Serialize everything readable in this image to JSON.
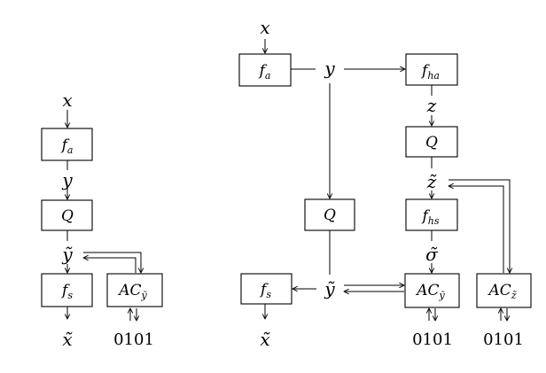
{
  "left": {
    "input": "x",
    "latent": "y",
    "quantized": "ỹ",
    "output": "x̃",
    "bits": "0101",
    "encoder": {
      "main": "f",
      "sub": "a"
    },
    "quantizer": {
      "main": "Q"
    },
    "decoder": {
      "main": "f",
      "sub": "s"
    },
    "coder": {
      "main": "AC",
      "sub": "ỹ"
    }
  },
  "right": {
    "input": "x",
    "latent": "y",
    "hyper_latent": "z",
    "hyper_quantized": "z̃",
    "sigma": "σ̃",
    "quantized": "ỹ",
    "output": "x̃",
    "bits_y": "0101",
    "bits_z": "0101",
    "encoder": {
      "main": "f",
      "sub": "a"
    },
    "hyper_encoder": {
      "main": "f",
      "sub": "ha"
    },
    "quantizer_y": {
      "main": "Q"
    },
    "quantizer_z": {
      "main": "Q"
    },
    "hyper_decoder": {
      "main": "f",
      "sub": "hs"
    },
    "decoder": {
      "main": "f",
      "sub": "s"
    },
    "coder_y": {
      "main": "AC",
      "sub": "ỹ"
    },
    "coder_z": {
      "main": "AC",
      "sub": "z̃"
    }
  }
}
